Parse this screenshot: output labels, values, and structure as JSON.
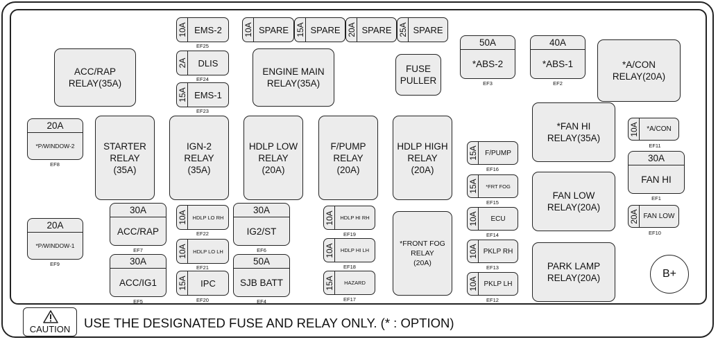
{
  "relays": {
    "acc_rap": "ACC/RAP\nRELAY(35A)",
    "engine_main": "ENGINE MAIN\nRELAY(35A)",
    "fuse_puller": "FUSE\nPULLER",
    "a_con": "*A/CON\nRELAY(20A)",
    "starter": "STARTER\nRELAY\n(35A)",
    "ign2": "IGN-2\nRELAY\n(35A)",
    "hdlp_low": "HDLP LOW\nRELAY\n(20A)",
    "f_pump": "F/PUMP\nRELAY\n(20A)",
    "hdlp_high": "HDLP HIGH\nRELAY\n(20A)",
    "fan_hi": "*FAN HI\nRELAY(35A)",
    "fan_low": "FAN LOW\nRELAY(20A)",
    "front_fog": "*FRONT FOG\nRELAY\n(20A)",
    "park_lamp": "PARK LAMP\nRELAY(20A)"
  },
  "fuses": {
    "ef25": {
      "amp": "10A",
      "name": "EMS-2",
      "code": "EF25"
    },
    "ef24": {
      "amp": "2A",
      "name": "DLIS",
      "code": "EF24"
    },
    "ef23": {
      "amp": "15A",
      "name": "EMS-1",
      "code": "EF23"
    },
    "spare1": {
      "amp": "10A",
      "name": "SPARE"
    },
    "spare2": {
      "amp": "15A",
      "name": "SPARE"
    },
    "spare3": {
      "amp": "20A",
      "name": "SPARE"
    },
    "spare4": {
      "amp": "25A",
      "name": "SPARE"
    },
    "ef3": {
      "amp": "50A",
      "name": "*ABS-2",
      "code": "EF3"
    },
    "ef2": {
      "amp": "40A",
      "name": "*ABS-1",
      "code": "EF2"
    },
    "ef8": {
      "amp": "20A",
      "name": "*P/WINDOW-2",
      "code": "EF8"
    },
    "ef9": {
      "amp": "20A",
      "name": "*P/WINDOW-1",
      "code": "EF9"
    },
    "ef7": {
      "amp": "30A",
      "name": "ACC/RAP",
      "code": "EF7"
    },
    "ef5": {
      "amp": "30A",
      "name": "ACC/IG1",
      "code": "EF5"
    },
    "ef22": {
      "amp": "10A",
      "name": "HDLP LO RH",
      "code": "EF22"
    },
    "ef21": {
      "amp": "10A",
      "name": "HDLP LO LH",
      "code": "EF21"
    },
    "ef20": {
      "amp": "15A",
      "name": "IPC",
      "code": "EF20"
    },
    "ef6": {
      "amp": "30A",
      "name": "IG2/ST",
      "code": "EF6"
    },
    "ef4": {
      "amp": "50A",
      "name": "SJB BATT",
      "code": "EF4"
    },
    "ef19": {
      "amp": "10A",
      "name": "HDLP HI RH",
      "code": "EF19"
    },
    "ef18": {
      "amp": "10A",
      "name": "HDLP HI LH",
      "code": "EF18"
    },
    "ef17": {
      "amp": "15A",
      "name": "HAZARD",
      "code": "EF17"
    },
    "ef16": {
      "amp": "15A",
      "name": "F/PUMP",
      "code": "EF16"
    },
    "ef15": {
      "amp": "15A",
      "name": "*FRT FOG",
      "code": "EF15"
    },
    "ef14": {
      "amp": "10A",
      "name": "ECU",
      "code": "EF14"
    },
    "ef13": {
      "amp": "10A",
      "name": "PKLP RH",
      "code": "EF13"
    },
    "ef12": {
      "amp": "10A",
      "name": "PKLP LH",
      "code": "EF12"
    },
    "ef11": {
      "amp": "10A",
      "name": "*A/CON",
      "code": "EF11"
    },
    "ef1": {
      "amp": "30A",
      "name": "FAN HI",
      "code": "EF1"
    },
    "ef10": {
      "amp": "20A",
      "name": "FAN LOW",
      "code": "EF10"
    }
  },
  "b_plus": "B+",
  "caution_label": "CAUTION",
  "note": "USE THE DESIGNATED FUSE AND RELAY ONLY. (* : OPTION)"
}
